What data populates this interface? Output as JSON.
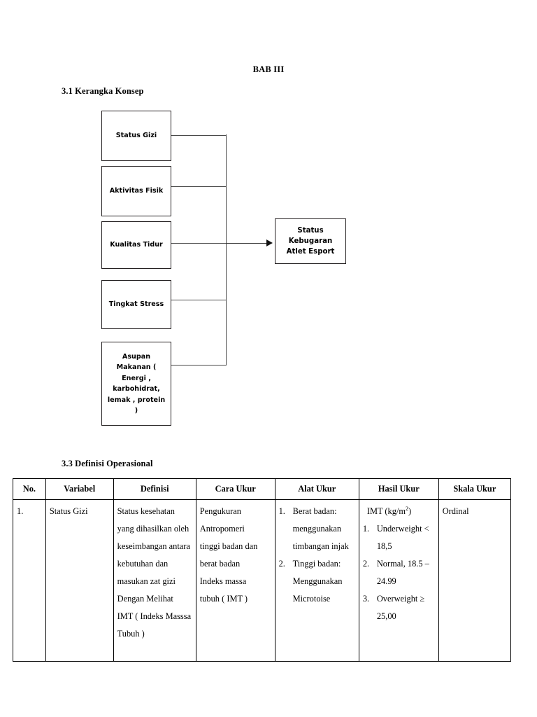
{
  "document": {
    "chapter_title": "BAB III"
  },
  "sections": {
    "kerangka_konsep": {
      "heading": "3.1 Kerangka Konsep",
      "diagram": {
        "independent_boxes": [
          {
            "label": "Status Gizi"
          },
          {
            "label": "Aktivitas Fisik"
          },
          {
            "label": "Kualitas Tidur"
          },
          {
            "label": "Tingkat Stress"
          },
          {
            "label": "Asupan Makanan ( Energi , karbohidrat, lemak , protein )"
          }
        ],
        "dependent_box": {
          "line1": "Status",
          "line2": "Kebugaran",
          "line3": "Atlet Esport"
        }
      }
    },
    "definisi_operasional": {
      "heading": "3.3 Definisi Operasional",
      "table": {
        "headers": [
          "No.",
          "Variabel",
          "Definisi",
          "Cara Ukur",
          "Alat Ukur",
          "Hasil Ukur",
          "Skala Ukur"
        ],
        "rows": [
          {
            "no": "1.",
            "variabel": "Status Gizi",
            "definisi": [
              "Status kesehatan",
              "yang dihasilkan oleh",
              "keseimbangan antara",
              "kebutuhan dan",
              "masukan zat gizi",
              "Dengan Melihat",
              "IMT ( Indeks Masssa",
              "Tubuh )"
            ],
            "cara_ukur": [
              "Pengukuran",
              "Antropomeri",
              "tinggi badan dan",
              "berat badan",
              " Indeks massa",
              "tubuh ( IMT )"
            ],
            "alat_ukur": [
              {
                "marker": "1.",
                "text": "Berat badan: menggunakan timbangan injak"
              },
              {
                "marker": "2.",
                "text": "Tinggi badan: Menggunakan Microtoise"
              }
            ],
            "hasil_ukur_lead_prefix": "IMT (kg/m",
            "hasil_ukur_lead_sup": "2",
            "hasil_ukur_lead_suffix": ")",
            "hasil_ukur": [
              {
                "marker": "1.",
                "text": "Underweight < 18,5"
              },
              {
                "marker": "2.",
                "text": "Normal, 18.5 – 24.99"
              },
              {
                "marker": "3.",
                "text": "Overweight ≥ 25,00"
              }
            ],
            "skala_ukur": "Ordinal"
          }
        ]
      }
    }
  }
}
